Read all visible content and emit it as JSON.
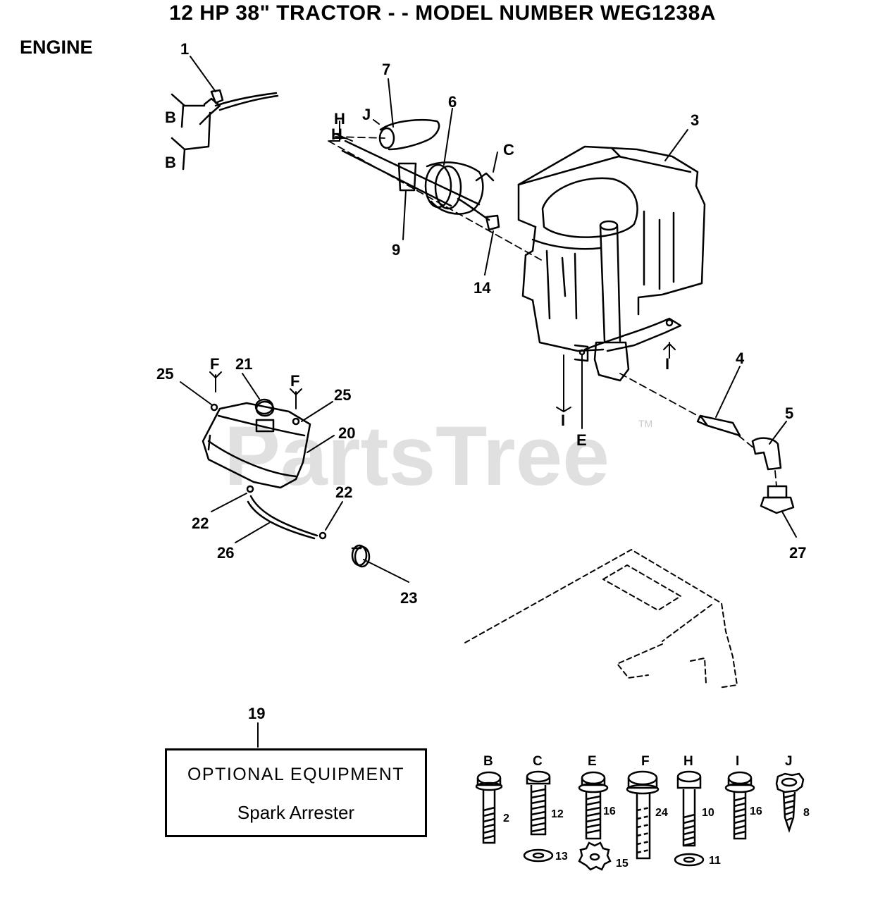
{
  "title": "12 HP 38\" TRACTOR - - MODEL NUMBER WEG1238A",
  "section": "ENGINE",
  "watermark": "PartsTree",
  "watermark_tm": "TM",
  "optional_box": {
    "label": "OPTIONAL EQUIPMENT",
    "item": "Spark Arrester"
  },
  "callouts": [
    "1",
    "3",
    "4",
    "5",
    "6",
    "7",
    "9",
    "14",
    "19",
    "20",
    "21",
    "22",
    "22",
    "23",
    "25",
    "25",
    "26",
    "27"
  ],
  "refs": {
    "b1": "B",
    "b2": "B",
    "h1": "H",
    "h2": "H",
    "j": "J",
    "c": "C",
    "i1": "I",
    "i2": "I",
    "e": "E",
    "f1": "F",
    "f2": "F"
  },
  "hardware": [
    {
      "letter": "B",
      "part": "2"
    },
    {
      "letter": "C",
      "part": "12",
      "washer": "13"
    },
    {
      "letter": "E",
      "part": "16",
      "washer": "15"
    },
    {
      "letter": "F",
      "part": "24"
    },
    {
      "letter": "H",
      "part": "10",
      "washer": "11"
    },
    {
      "letter": "I",
      "part": "16"
    },
    {
      "letter": "J",
      "part": "8"
    }
  ]
}
